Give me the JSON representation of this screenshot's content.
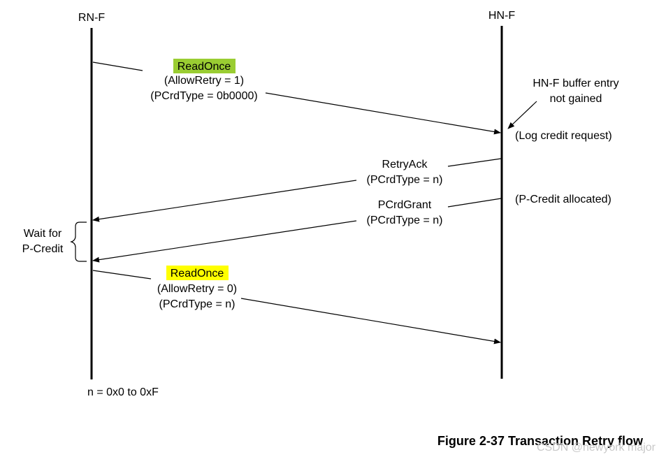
{
  "participants": {
    "left": "RN-F",
    "right": "HN-F"
  },
  "colors": {
    "highlight_first": "#9acd32",
    "highlight_second": "#ffff00",
    "line": "#000000",
    "watermark": "#c8c8c8"
  },
  "messages": {
    "m1": {
      "name": "ReadOnce",
      "line2": "(AllowRetry = 1)",
      "line3": "(PCrdType = 0b0000)"
    },
    "m2": {
      "name": "RetryAck",
      "line2": "(PCrdType = n)"
    },
    "m3": {
      "name": "PCrdGrant",
      "line2": "(PCrdType = n)"
    },
    "m4": {
      "name": "ReadOnce",
      "line2": "(AllowRetry = 0)",
      "line3": "(PCrdType = n)"
    }
  },
  "notes": {
    "buffer_line1": "HN-F buffer entry",
    "buffer_line2": "not gained",
    "log_request": "(Log credit request)",
    "credit_allocated": "(P-Credit allocated)",
    "wait_line1": "Wait for",
    "wait_line2": "P-Credit",
    "legend": "n = 0x0 to 0xF"
  },
  "caption": "Figure 2-37 Transaction Retry flow",
  "watermark": "CSDN @newyork major"
}
